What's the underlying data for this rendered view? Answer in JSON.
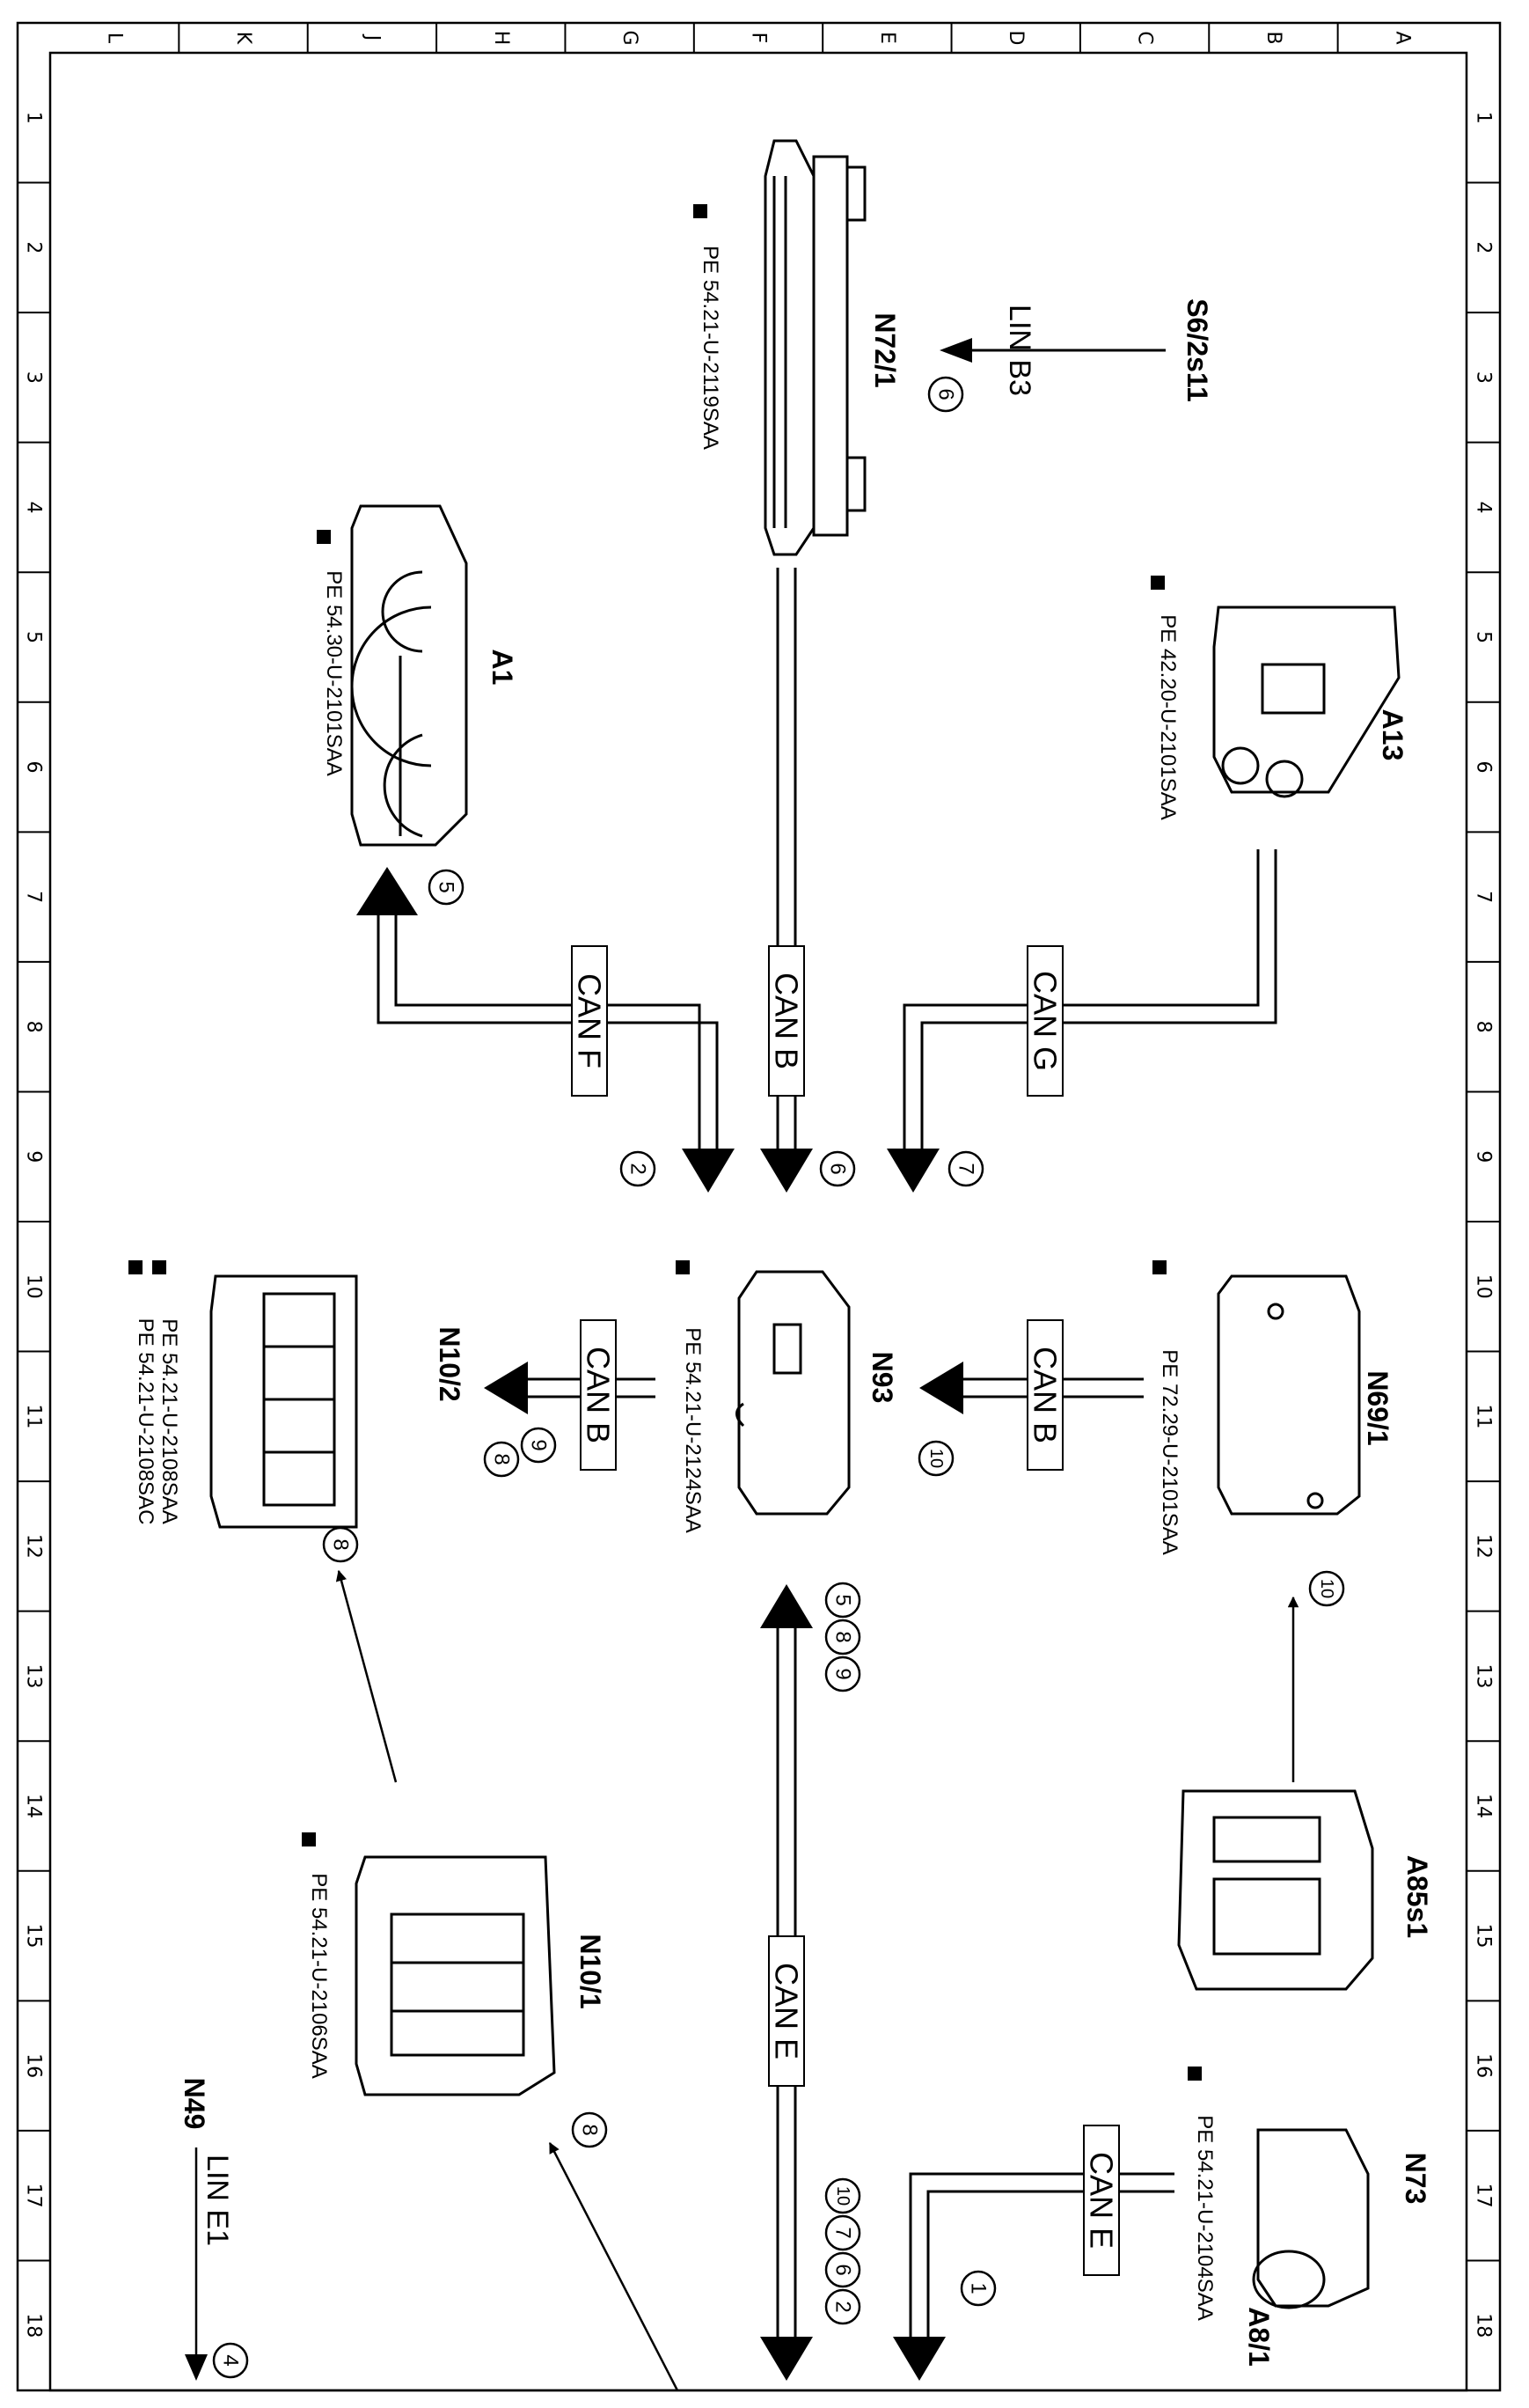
{
  "grid": {
    "columns": [
      "L",
      "K",
      "J",
      "H",
      "G",
      "F",
      "E",
      "D",
      "C",
      "B",
      "A"
    ],
    "rows": [
      "1",
      "2",
      "3",
      "4",
      "5",
      "6",
      "7",
      "8",
      "9",
      "10",
      "11",
      "12",
      "13",
      "14",
      "15",
      "16",
      "17",
      "18"
    ]
  },
  "components": {
    "n72_1": {
      "label": "N72/1",
      "ref": "PE 54.21-U-2119SAA"
    },
    "a1": {
      "label": "A1",
      "ref": "PE 54.30-U-2101SAA"
    },
    "a13": {
      "label": "A13",
      "ref": "PE 42.20-U-2101SAA"
    },
    "n93": {
      "label": "N93",
      "ref": "PE 54.21-U-2124SAA"
    },
    "n10_2": {
      "label": "N10/2",
      "ref1": "PE 54.21-U-2108SAA",
      "ref2": "PE 54.21-U-2108SAC"
    },
    "n69_1": {
      "label": "N69/1",
      "ref": "PE 72.29-U-2101SAA"
    },
    "a85s1": {
      "label": "A85s1"
    },
    "n10_1": {
      "label": "N10/1",
      "ref": "PE 54.21-U-2106SAA"
    },
    "n73": {
      "label": "N73",
      "ref": "PE 54.21-U-2104SAA"
    },
    "a8_1": {
      "label": "A8/1"
    },
    "s6_2s11": {
      "label": "S6/2s11"
    },
    "n49": {
      "label": "N49"
    }
  },
  "buses": {
    "lin_b3": "LIN  B3",
    "can_f": "CAN F",
    "can_b_vertical": "CAN B",
    "can_g": "CAN G",
    "can_b_n69": "CAN B",
    "can_b_n10": "CAN B",
    "can_e_main": "CAN E",
    "can_e_n73": "CAN E",
    "lin_e1": "LIN  E1"
  },
  "markers": {
    "m_lin_b3": "6",
    "m_can_f": "5",
    "m_arrow_can_f": "2",
    "m_arrow_can_b": "6",
    "m_arrow_can_g": "7",
    "m_n69": "10",
    "m_n10_2_a": "9",
    "m_n10_2_b": "8",
    "m_n10_2_c": "8",
    "m_a85s1": "10",
    "m_up_1": "5",
    "m_up_2": "8",
    "m_up_3": "9",
    "m_down_1": "10",
    "m_down_2": "7",
    "m_down_3": "6",
    "m_down_4": "2",
    "m_n73": "1",
    "m_n10_1": "8",
    "m_lin_e1": "4"
  }
}
